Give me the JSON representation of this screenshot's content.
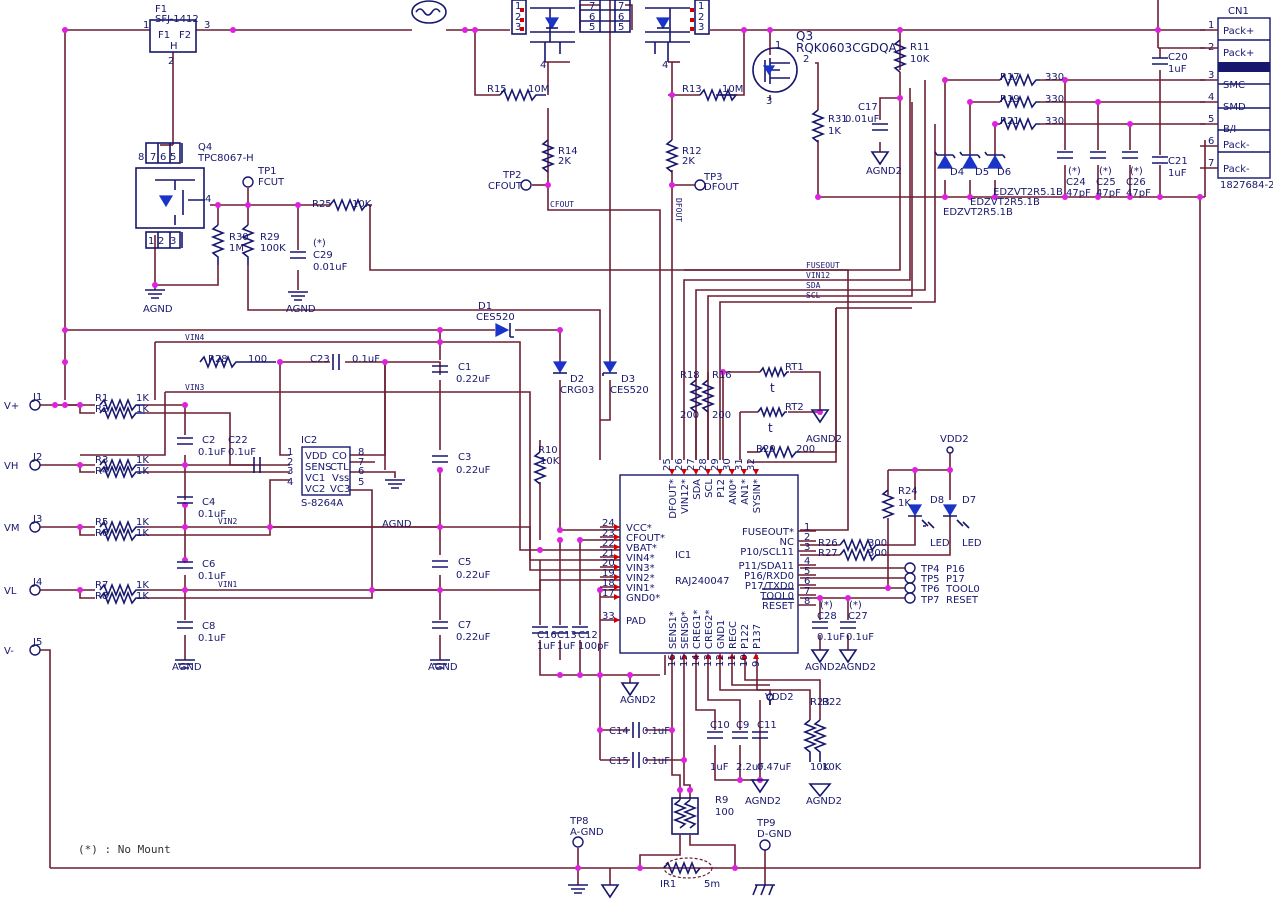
{
  "refs": {
    "F1": {
      "ref": "F1",
      "part": "SFJ-1412",
      "p1": "F1",
      "p2": "F2",
      "pin1": "1",
      "pin2": "2",
      "pin3": "3",
      "h": "H"
    },
    "Q1": {
      "pins": [
        "1",
        "2",
        "3",
        "4"
      ]
    },
    "Q2": {
      "pins": [
        "7",
        "6",
        "5"
      ]
    },
    "Q3": {
      "ref": "Q3",
      "part": "RQK0603CGDQA",
      "pin1": "1",
      "pin2": "2",
      "pin3": "3"
    },
    "Q4": {
      "ref": "Q4",
      "part": "TPC8067-H",
      "pins": [
        "8",
        "7",
        "6",
        "5",
        "1",
        "2",
        "3",
        "4"
      ]
    },
    "R15": {
      "ref": "R15",
      "val": "10M"
    },
    "R13": {
      "ref": "R13",
      "val": "10M"
    },
    "R14": {
      "ref": "R14",
      "val": "2K"
    },
    "R12": {
      "ref": "R12",
      "val": "2K"
    },
    "R11": {
      "ref": "R11",
      "val": "10K"
    },
    "R31": {
      "ref": "R31",
      "val": "1K"
    },
    "R17": {
      "ref": "R17",
      "val": "330"
    },
    "R19": {
      "ref": "R19",
      "val": "330"
    },
    "R21": {
      "ref": "R21",
      "val": "330"
    },
    "R25": {
      "ref": "R25",
      "val": "10K"
    },
    "R30": {
      "ref": "R30",
      "val": "1M"
    },
    "R29": {
      "ref": "R29",
      "val": "100K"
    },
    "R28": {
      "ref": "R28",
      "val": "100"
    },
    "R1": {
      "ref": "R1",
      "val": "1K"
    },
    "R2": {
      "ref": "R2",
      "val": "1K"
    },
    "R3": {
      "ref": "R3",
      "val": "1K"
    },
    "R4": {
      "ref": "R4",
      "val": "1K"
    },
    "R5": {
      "ref": "R5",
      "val": "1K"
    },
    "R6": {
      "ref": "R6",
      "val": "1K"
    },
    "R7": {
      "ref": "R7",
      "val": "1K"
    },
    "R8": {
      "ref": "R8",
      "val": "1K"
    },
    "R10": {
      "ref": "R10",
      "val": "10K"
    },
    "R18": {
      "ref": "R18",
      "val": "200"
    },
    "R16": {
      "ref": "R16",
      "val": "200"
    },
    "R20": {
      "ref": "R20",
      "val": "200"
    },
    "R24": {
      "ref": "R24",
      "val": "1K"
    },
    "R26": {
      "ref": "R26",
      "val": "300"
    },
    "R27": {
      "ref": "R27",
      "val": "300"
    },
    "R23": {
      "ref": "R23",
      "val": "10K"
    },
    "R22": {
      "ref": "R22",
      "val": "10K"
    },
    "R9": {
      "ref": "R9",
      "val": "100"
    },
    "RT1": {
      "ref": "RT1",
      "t": "t"
    },
    "RT2": {
      "ref": "RT2",
      "t": "t"
    },
    "C20": {
      "ref": "C20",
      "val": "1uF"
    },
    "C21": {
      "ref": "C21",
      "val": "1uF"
    },
    "C17": {
      "ref": "C17",
      "val": "0.01uF"
    },
    "C24": {
      "ref": "C24",
      "nm": "(*)",
      "val": "47pF"
    },
    "C25": {
      "ref": "C25",
      "nm": "(*)",
      "val": "47pF"
    },
    "C26": {
      "ref": "C26",
      "nm": "(*)",
      "val": "47pF"
    },
    "C29": {
      "ref": "C29",
      "nm": "(*)",
      "val": "0.01uF"
    },
    "C23": {
      "ref": "C23",
      "val": "0.1uF"
    },
    "C1": {
      "ref": "C1",
      "val": "0.22uF"
    },
    "C3": {
      "ref": "C3",
      "val": "0.22uF"
    },
    "C5": {
      "ref": "C5",
      "val": "0.22uF"
    },
    "C7": {
      "ref": "C7",
      "val": "0.22uF"
    },
    "C2": {
      "ref": "C2",
      "val": "0.1uF"
    },
    "C4": {
      "ref": "C4",
      "val": "0.1uF"
    },
    "C6": {
      "ref": "C6",
      "val": "0.1uF"
    },
    "C8": {
      "ref": "C8",
      "val": "0.1uF"
    },
    "C22": {
      "ref": "C22",
      "val": "0.1uF"
    },
    "C16": {
      "ref": "C16",
      "val": "1uF"
    },
    "C13": {
      "ref": "C13",
      "val": "1uF"
    },
    "C12": {
      "ref": "C12",
      "val": "100pF"
    },
    "C14": {
      "ref": "C14",
      "val": "0.1uF"
    },
    "C15": {
      "ref": "C15",
      "val": "0.1uF"
    },
    "C10": {
      "ref": "C10",
      "val": "1uF"
    },
    "C9": {
      "ref": "C9",
      "val": "2.2uF"
    },
    "C11": {
      "ref": "C11",
      "val": "0.47uF"
    },
    "C28": {
      "ref": "C28",
      "nm": "(*)",
      "val": "0.1uF"
    },
    "C27": {
      "ref": "C27",
      "nm": "(*)",
      "val": "0.1uF"
    },
    "D1": {
      "ref": "D1",
      "part": "CES520"
    },
    "D2": {
      "ref": "D2",
      "part": "CRG03"
    },
    "D3": {
      "ref": "D3",
      "part": "CES520"
    },
    "D4": {
      "ref": "D4"
    },
    "D5": {
      "ref": "D5"
    },
    "D6": {
      "ref": "D6"
    },
    "D456part": {
      "a": "EDZVT2R5.1B",
      "b": "EDZVT2R5.1B",
      "c": "EDZVT2R5.1B"
    },
    "D8": {
      "ref": "D8",
      "part": "LED"
    },
    "D7": {
      "ref": "D7",
      "part": "LED"
    },
    "IR1": {
      "ref": "IR1",
      "val": "5m"
    },
    "IC2": {
      "ref": "IC2",
      "part": "S-8264A",
      "vdd": "VDD",
      "co": "CO",
      "sens": "SENS",
      "ctl": "CTL",
      "vc1": "VC1",
      "vss": "Vss",
      "vc2": "VC2",
      "vc3": "VC3",
      "pins": [
        "1",
        "2",
        "3",
        "4",
        "8",
        "7",
        "6",
        "5"
      ]
    }
  },
  "cn1": {
    "ref": "CN1",
    "part": "1827684-2",
    "pins": [
      {
        "num": "1",
        "name": "Pack+"
      },
      {
        "num": "2",
        "name": "Pack+"
      },
      {
        "num": "3",
        "name": "SMC"
      },
      {
        "num": "4",
        "name": "SMD"
      },
      {
        "num": "5",
        "name": "B/I"
      },
      {
        "num": "6",
        "name": "Pack-"
      },
      {
        "num": "7",
        "name": "Pack-"
      }
    ]
  },
  "jacks": [
    {
      "ref": "J1",
      "net": "V+"
    },
    {
      "ref": "J2",
      "net": "VH"
    },
    {
      "ref": "J3",
      "net": "VM"
    },
    {
      "ref": "J4",
      "net": "VL"
    },
    {
      "ref": "J5",
      "net": "V-"
    }
  ],
  "testpoints": {
    "TP1": {
      "ref": "TP1",
      "net": "FCUT"
    },
    "TP2": {
      "ref": "TP2",
      "net": "CFOUT"
    },
    "TP3": {
      "ref": "TP3",
      "net": "DFOUT"
    },
    "TP8": {
      "ref": "TP8",
      "net": "A-GND"
    },
    "TP9": {
      "ref": "TP9",
      "net": "D-GND"
    },
    "TP4": {
      "ref": "TP4",
      "net": "P16"
    },
    "TP5": {
      "ref": "TP5",
      "net": "P17"
    },
    "TP6": {
      "ref": "TP6",
      "net": "TOOL0"
    },
    "TP7": {
      "ref": "TP7",
      "net": "RESET"
    }
  },
  "ic1": {
    "ref": "IC1",
    "part": "RAJ240047",
    "left": [
      {
        "num": "24",
        "name": "VCC*"
      },
      {
        "num": "23",
        "name": "CFOUT*"
      },
      {
        "num": "22",
        "name": "VBAT*"
      },
      {
        "num": "21",
        "name": "VIN4*"
      },
      {
        "num": "20",
        "name": "VIN3*"
      },
      {
        "num": "19",
        "name": "VIN2*"
      },
      {
        "num": "18",
        "name": "VIN1*"
      },
      {
        "num": "17",
        "name": "GND0*"
      },
      {
        "num": "33",
        "name": "PAD"
      }
    ],
    "top": [
      {
        "num": "25",
        "name": "DFOUT*"
      },
      {
        "num": "26",
        "name": "VIN12*"
      },
      {
        "num": "27",
        "name": "SDA"
      },
      {
        "num": "28",
        "name": "SCL"
      },
      {
        "num": "29",
        "name": "P12"
      },
      {
        "num": "30",
        "name": "AN0*"
      },
      {
        "num": "31",
        "name": "AN1*"
      },
      {
        "num": "32",
        "name": "SYSIN*"
      }
    ],
    "right": [
      {
        "num": "1",
        "name": "FUSEOUT*"
      },
      {
        "num": "2",
        "name": "NC"
      },
      {
        "num": "3",
        "name": "P10/SCL11"
      },
      {
        "num": "4",
        "name": "P11/SDA11"
      },
      {
        "num": "5",
        "name": "P16/RXD0"
      },
      {
        "num": "6",
        "name": "P17/TXD0"
      },
      {
        "num": "7",
        "name": "TOOL0"
      },
      {
        "num": "8",
        "name": "RESET"
      }
    ],
    "bottom": [
      {
        "num": "16",
        "name": "SENS1*"
      },
      {
        "num": "15",
        "name": "SENS0*"
      },
      {
        "num": "14",
        "name": "CREG1*"
      },
      {
        "num": "13",
        "name": "CREG2*"
      },
      {
        "num": "12",
        "name": "GND1"
      },
      {
        "num": "11",
        "name": "REGC"
      },
      {
        "num": "10",
        "name": "P122"
      },
      {
        "num": "9",
        "name": "P137"
      }
    ]
  },
  "nets": {
    "cfout": "CFOUT",
    "dfout": "DFOUT",
    "fuseout": "FUSEOUT",
    "vin12": "VIN12",
    "sda": "SDA",
    "scl": "SCL",
    "vin4": "VIN4",
    "vin3": "VIN3",
    "vin2": "VIN2",
    "vin1": "VIN1"
  },
  "power": {
    "agnd": "AGND",
    "agnd2": "AGND2",
    "vdd2": "VDD2"
  },
  "note": "(*) : No Mount"
}
